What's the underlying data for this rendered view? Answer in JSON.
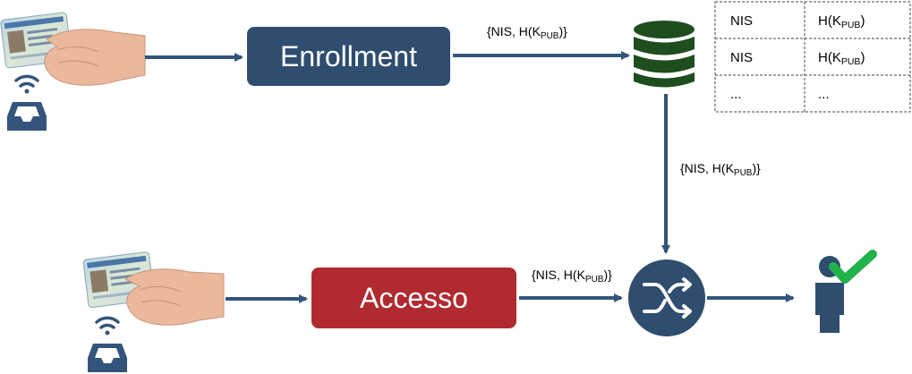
{
  "colors": {
    "navy": "#2e4d6f",
    "arrow": "#34557b",
    "access_red": "#b02a2f",
    "db_green": "#1e4d1e",
    "check_green": "#22b24c",
    "table_border": "#444444"
  },
  "icons": [
    "id-card-hand",
    "wifi-icon",
    "card-reader-inbox-icon",
    "database-icon",
    "shuffle-icon",
    "person-icon",
    "checkmark-icon"
  ],
  "nodes": {
    "enrollment": "Enrollment",
    "accesso": "Accesso"
  },
  "edge_labels": {
    "enroll_to_db": {
      "prefix": "{NIS, H(K",
      "sub": "PUB",
      "suffix": ")}"
    },
    "db_to_match": {
      "prefix": "{NIS, H(K",
      "sub": "PUB",
      "suffix": ")}"
    },
    "access_to_match": {
      "prefix": "{NIS, H(K",
      "sub": "PUB",
      "suffix": ")}"
    }
  },
  "table": {
    "rows": [
      {
        "col1": "NIS",
        "col2": {
          "prefix": "H(K",
          "sub": "PUB",
          "suffix": ")"
        }
      },
      {
        "col1": "NIS",
        "col2": {
          "prefix": "H(K",
          "sub": "PUB",
          "suffix": ")"
        }
      },
      {
        "col1": "...",
        "col2": {
          "prefix": "...",
          "sub": "",
          "suffix": ""
        }
      }
    ]
  }
}
